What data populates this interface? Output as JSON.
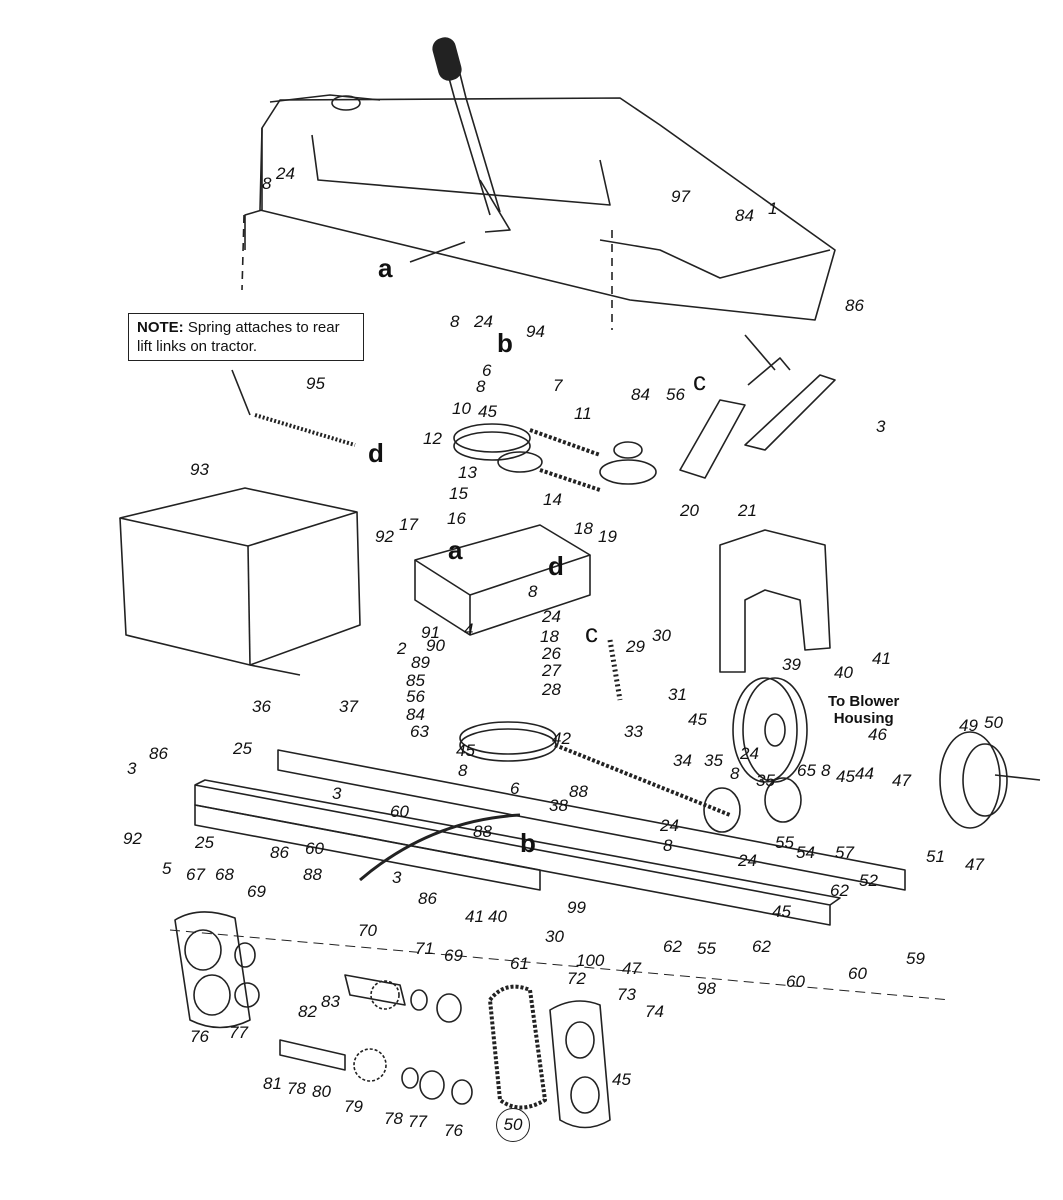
{
  "note": {
    "heading": "NOTE:",
    "text": "Spring attaches to rear lift links on tractor."
  },
  "callout": {
    "line1": "To Blower",
    "line2": "Housing"
  },
  "page_number": "50",
  "reference_letters": [
    "a",
    "b",
    "c",
    "d",
    "a",
    "d",
    "b",
    "c"
  ],
  "part_labels": [
    "8",
    "24",
    "97",
    "84",
    "1",
    "8",
    "24",
    "94",
    "86",
    "84",
    "56",
    "3",
    "6",
    "8",
    "7",
    "45",
    "10",
    "11",
    "12",
    "13",
    "14",
    "95",
    "93",
    "15",
    "16",
    "17",
    "92",
    "18",
    "19",
    "20",
    "21",
    "8",
    "24",
    "91",
    "4",
    "90",
    "18",
    "2",
    "26",
    "89",
    "27",
    "85",
    "56",
    "84",
    "28",
    "63",
    "29",
    "30",
    "40",
    "41",
    "31",
    "39",
    "45",
    "33",
    "36",
    "37",
    "42",
    "25",
    "3",
    "86",
    "45",
    "8",
    "6",
    "34",
    "35",
    "24",
    "8",
    "35",
    "65",
    "8",
    "45",
    "44",
    "46",
    "47",
    "49",
    "50",
    "92",
    "3",
    "25",
    "86",
    "60",
    "38",
    "88",
    "88",
    "24",
    "8",
    "55",
    "54",
    "57",
    "24",
    "62",
    "52",
    "51",
    "47",
    "88",
    "60",
    "3",
    "86",
    "41",
    "40",
    "99",
    "62",
    "45",
    "55",
    "62",
    "59",
    "5",
    "67",
    "68",
    "69",
    "70",
    "71",
    "69",
    "61",
    "72",
    "73",
    "74",
    "30",
    "100",
    "47",
    "98",
    "60",
    "60",
    "82",
    "83",
    "76",
    "77",
    "81",
    "78",
    "80",
    "79",
    "78",
    "77",
    "76",
    "45"
  ]
}
